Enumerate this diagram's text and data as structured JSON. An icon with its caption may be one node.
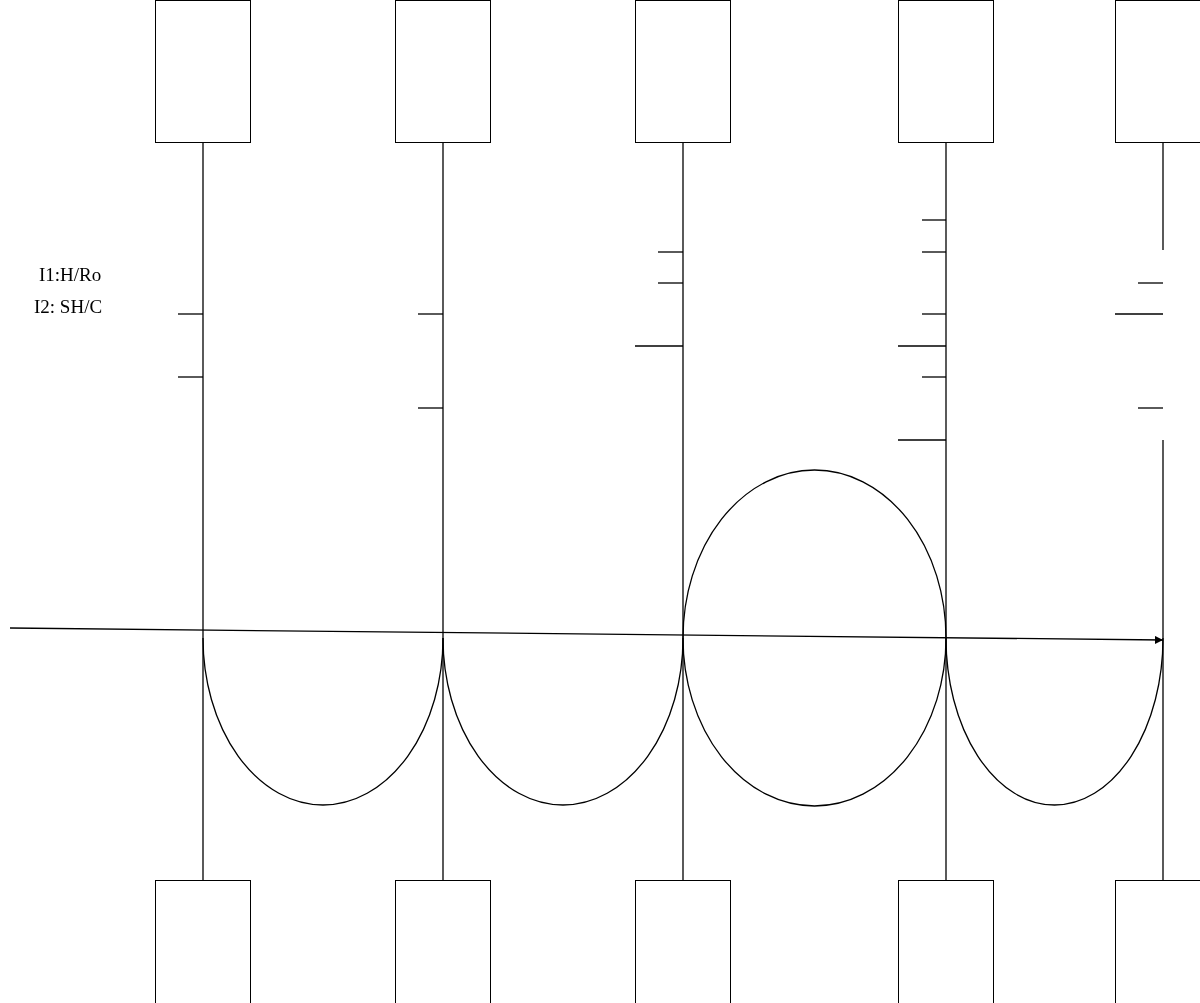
{
  "diagram": {
    "nodes": [
      {
        "text": [],
        "shape": "box"
      },
      {
        "text": [],
        "shape": "box"
      },
      {
        "text": [],
        "shape": "box"
      },
      {
        "text": [],
        "shape": "box"
      },
      {
        "text": [],
        "shape": "box"
      },
      {
        "text": [],
        "shape": "box"
      },
      {
        "text": [],
        "shape": "box"
      },
      {
        "text": [],
        "shape": "box"
      },
      {
        "text": [],
        "shape": "box"
      },
      {
        "text": [],
        "shape": "box"
      }
    ],
    "edges": [
      {
        "from": 0,
        "to": 5,
        "arrow": "none"
      },
      {
        "from": 1,
        "to": 6,
        "arrow": "none"
      },
      {
        "from": 2,
        "to": 7,
        "arrow": "none"
      },
      {
        "from": 3,
        "to": 8,
        "arrow": "none"
      },
      {
        "from": 4,
        "to": 9,
        "arrow": "none"
      }
    ],
    "labels": [
      "I1:H/Ro",
      "I2: SH/C"
    ]
  }
}
